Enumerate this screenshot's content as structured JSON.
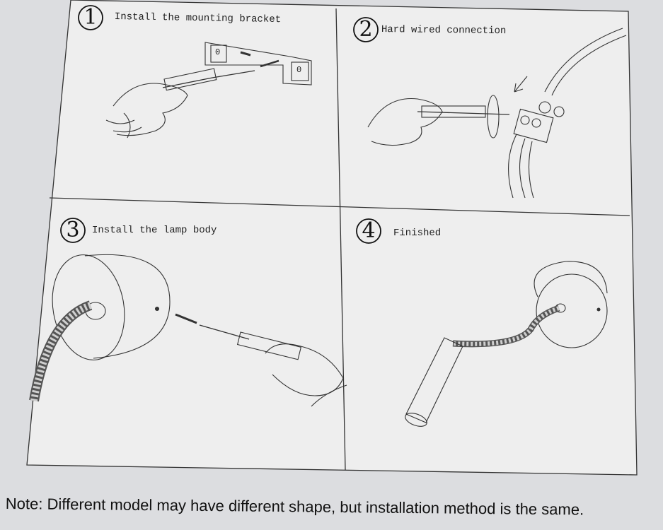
{
  "steps": [
    {
      "number": "1",
      "title": "Install the mounting bracket"
    },
    {
      "number": "2",
      "title": "Hard wired connection"
    },
    {
      "number": "3",
      "title": "Install the lamp body"
    },
    {
      "number": "4",
      "title": "Finished"
    }
  ],
  "bracket": {
    "hole_left": "0",
    "hole_right": "0"
  },
  "note": "Note: Different model may have different shape, but installation method is the same."
}
